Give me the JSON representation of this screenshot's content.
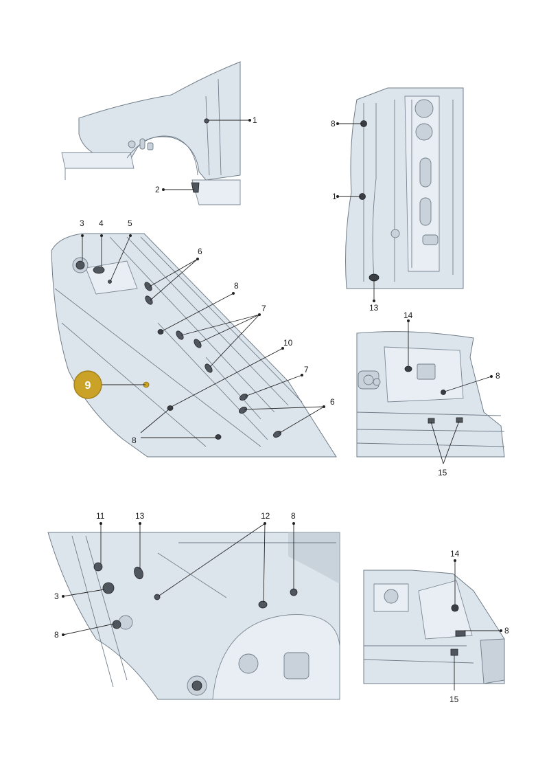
{
  "callouts": {
    "c1": "1",
    "c2": "2",
    "c3": "3",
    "c4": "4",
    "c5": "5",
    "c6": "6",
    "c7": "7",
    "c8": "8",
    "c9": "9",
    "c10": "10",
    "c11": "11",
    "c12": "12",
    "c13": "13",
    "c14": "14",
    "c15": "15"
  },
  "colors": {
    "highlight_badge": "#c9a227",
    "panel_fill": "#dde5ec",
    "outline": "#6f7c88",
    "plug": "#3b3f45"
  }
}
